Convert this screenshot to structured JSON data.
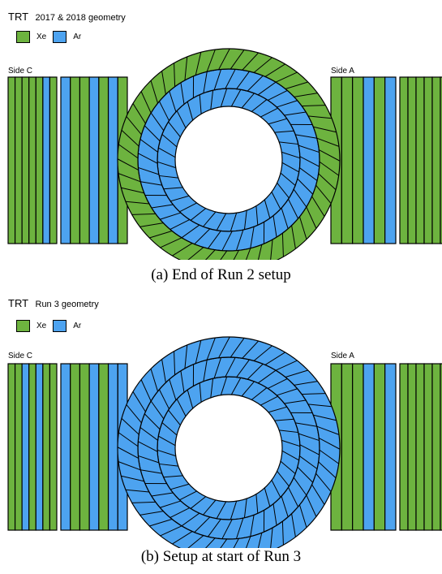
{
  "colors": {
    "xe": "#6DB33F",
    "ar": "#4DA3F0",
    "stroke": "#000000",
    "white": "#ffffff"
  },
  "legend": {
    "xe_label": "Xe",
    "ar_label": "Ar"
  },
  "panels": [
    {
      "title_main": "TRT",
      "title_sub": "2017 & 2018 geometry",
      "side_c_label": "Side C",
      "side_a_label": "Side A",
      "caption": "(a) End of Run 2 setup",
      "side_c_block1": [
        "xe",
        "xe",
        "xe",
        "xe",
        "xe",
        "ar",
        "xe"
      ],
      "side_c_block2": [
        "ar",
        "xe",
        "xe",
        "ar",
        "xe",
        "ar",
        "xe"
      ],
      "side_a_block1": [
        "xe",
        "xe",
        "xe",
        "ar",
        "xe",
        "ar"
      ],
      "side_a_block2": [
        "xe",
        "xe",
        "xe",
        "xe",
        "xe",
        "xe"
      ],
      "ring_layers": [
        "ar",
        "ar",
        "xe"
      ]
    },
    {
      "title_main": "TRT",
      "title_sub": "Run 3 geometry",
      "side_c_label": "Side C",
      "side_a_label": "Side A",
      "caption": "(b) Setup at start of Run 3",
      "side_c_block1": [
        "xe",
        "xe",
        "ar",
        "xe",
        "ar",
        "xe",
        "xe"
      ],
      "side_c_block2": [
        "ar",
        "xe",
        "xe",
        "ar",
        "xe",
        "ar",
        "ar"
      ],
      "side_a_block1": [
        "xe",
        "xe",
        "xe",
        "ar",
        "xe",
        "ar"
      ],
      "side_a_block2": [
        "xe",
        "xe",
        "xe",
        "xe",
        "xe",
        "xe"
      ],
      "ring_layers": [
        "ar",
        "ar",
        "ar"
      ]
    }
  ]
}
